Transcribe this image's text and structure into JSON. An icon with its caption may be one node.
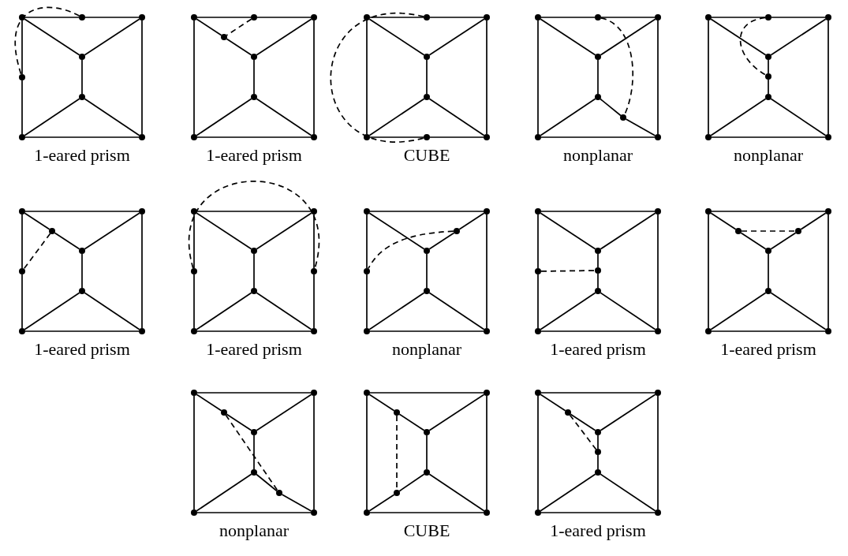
{
  "diagram": {
    "nodes": [
      {
        "text": [],
        "shape": "circle"
      },
      {
        "text": [],
        "shape": "circle"
      },
      {
        "text": [],
        "shape": "circle"
      },
      {
        "text": [],
        "shape": "circle"
      },
      {
        "text": [],
        "shape": "circle"
      },
      {
        "text": [],
        "shape": "circle"
      },
      {
        "text": [],
        "shape": "circle"
      },
      {
        "text": [],
        "shape": "circle"
      },
      {
        "text": [],
        "shape": "circle"
      },
      {
        "text": [],
        "shape": "circle"
      },
      {
        "text": [],
        "shape": "circle"
      },
      {
        "text": [],
        "shape": "circle"
      },
      {
        "text": [],
        "shape": "circle"
      },
      {
        "text": [],
        "shape": "circle"
      },
      {
        "text": [],
        "shape": "circle"
      },
      {
        "text": [],
        "shape": "circle"
      },
      {
        "text": [],
        "shape": "circle"
      },
      {
        "text": [],
        "shape": "circle"
      },
      {
        "text": [],
        "shape": "circle"
      },
      {
        "text": [],
        "shape": "circle"
      },
      {
        "text": [],
        "shape": "circle"
      },
      {
        "text": [],
        "shape": "circle"
      },
      {
        "text": [],
        "shape": "circle"
      },
      {
        "text": [],
        "shape": "circle"
      },
      {
        "text": [],
        "shape": "circle"
      },
      {
        "text": [],
        "shape": "circle"
      },
      {
        "text": [],
        "shape": "circle"
      },
      {
        "text": [],
        "shape": "circle"
      },
      {
        "text": [],
        "shape": "circle"
      },
      {
        "text": [],
        "shape": "circle"
      },
      {
        "text": [],
        "shape": "circle"
      },
      {
        "text": [],
        "shape": "circle"
      },
      {
        "text": [],
        "shape": "circle"
      },
      {
        "text": [],
        "shape": "circle"
      },
      {
        "text": [],
        "shape": "circle"
      },
      {
        "text": [],
        "shape": "circle"
      },
      {
        "text": [],
        "shape": "circle"
      },
      {
        "text": [],
        "shape": "circle"
      },
      {
        "text": [],
        "shape": "circle"
      },
      {
        "text": [],
        "shape": "circle"
      },
      {
        "text": [],
        "shape": "circle"
      },
      {
        "text": [],
        "shape": "circle"
      },
      {
        "text": [],
        "shape": "circle"
      },
      {
        "text": [],
        "shape": "circle"
      },
      {
        "text": [],
        "shape": "circle"
      },
      {
        "text": [],
        "shape": "circle"
      },
      {
        "text": [],
        "shape": "circle"
      },
      {
        "text": [],
        "shape": "circle"
      },
      {
        "text": [],
        "shape": "circle"
      },
      {
        "text": [],
        "shape": "circle"
      },
      {
        "text": [],
        "shape": "circle"
      },
      {
        "text": [],
        "shape": "circle"
      },
      {
        "text": [],
        "shape": "circle"
      },
      {
        "text": [],
        "shape": "circle"
      },
      {
        "text": [],
        "shape": "circle"
      },
      {
        "text": [],
        "shape": "circle"
      },
      {
        "text": [],
        "shape": "circle"
      },
      {
        "text": [],
        "shape": "circle"
      },
      {
        "text": [],
        "shape": "circle"
      },
      {
        "text": [],
        "shape": "circle"
      },
      {
        "text": [],
        "shape": "circle"
      },
      {
        "text": [],
        "shape": "circle"
      },
      {
        "text": [],
        "shape": "circle"
      },
      {
        "text": [],
        "shape": "circle"
      },
      {
        "text": [],
        "shape": "circle"
      },
      {
        "text": [],
        "shape": "circle"
      },
      {
        "text": [],
        "shape": "circle"
      },
      {
        "text": [],
        "shape": "circle"
      },
      {
        "text": [],
        "shape": "circle"
      },
      {
        "text": [],
        "shape": "circle"
      },
      {
        "text": [],
        "shape": "circle"
      },
      {
        "text": [],
        "shape": "circle"
      },
      {
        "text": [],
        "shape": "circle"
      },
      {
        "text": [],
        "shape": "circle"
      },
      {
        "text": [],
        "shape": "circle"
      },
      {
        "text": [],
        "shape": "circle"
      },
      {
        "text": [],
        "shape": "circle"
      },
      {
        "text": [],
        "shape": "circle"
      },
      {
        "text": [],
        "shape": "circle"
      },
      {
        "text": [],
        "shape": "circle"
      },
      {
        "text": [],
        "shape": "circle"
      },
      {
        "text": [],
        "shape": "circle"
      },
      {
        "text": [],
        "shape": "circle"
      },
      {
        "text": [],
        "shape": "circle"
      },
      {
        "text": [],
        "shape": "circle"
      },
      {
        "text": [],
        "shape": "circle"
      },
      {
        "text": [],
        "shape": "circle"
      },
      {
        "text": [],
        "shape": "circle"
      },
      {
        "text": [],
        "shape": "circle"
      },
      {
        "text": [],
        "shape": "circle"
      },
      {
        "text": [],
        "shape": "circle"
      },
      {
        "text": [],
        "shape": "circle"
      },
      {
        "text": [],
        "shape": "circle"
      },
      {
        "text": [],
        "shape": "circle"
      },
      {
        "text": [],
        "shape": "circle"
      },
      {
        "text": [],
        "shape": "circle"
      },
      {
        "text": [],
        "shape": "circle"
      },
      {
        "text": [],
        "shape": "circle"
      },
      {
        "text": [],
        "shape": "circle"
      },
      {
        "text": [],
        "shape": "circle"
      },
      {
        "text": [],
        "shape": "circle"
      },
      {
        "text": [],
        "shape": "circle"
      },
      {
        "text": [],
        "shape": "circle"
      },
      {
        "text": [],
        "shape": "circle"
      }
    ],
    "edges": [
      {
        "from": 0,
        "to": 6,
        "arrow": "none"
      },
      {
        "from": 6,
        "to": 1,
        "arrow": "none"
      },
      {
        "from": 0,
        "to": 7,
        "arrow": "none"
      },
      {
        "from": 7,
        "to": 4,
        "arrow": "none"
      },
      {
        "from": 1,
        "to": 5,
        "arrow": "none"
      },
      {
        "from": 4,
        "to": 5,
        "arrow": "none"
      },
      {
        "from": 0,
        "to": 2,
        "arrow": "none"
      },
      {
        "from": 1,
        "to": 2,
        "arrow": "none"
      },
      {
        "from": 2,
        "to": 3,
        "arrow": "none"
      },
      {
        "from": 4,
        "to": 3,
        "arrow": "none"
      },
      {
        "from": 5,
        "to": 3,
        "arrow": "none"
      },
      {
        "from": 6,
        "to": 7,
        "arrow": "none",
        "style": "dashed"
      },
      {
        "from": 8,
        "to": 14,
        "arrow": "none"
      },
      {
        "from": 14,
        "to": 9,
        "arrow": "none"
      },
      {
        "from": 8,
        "to": 12,
        "arrow": "none"
      },
      {
        "from": 9,
        "to": 13,
        "arrow": "none"
      },
      {
        "from": 12,
        "to": 13,
        "arrow": "none"
      },
      {
        "from": 8,
        "to": 15,
        "arrow": "none"
      },
      {
        "from": 15,
        "to": 10,
        "arrow": "none"
      },
      {
        "from": 9,
        "to": 10,
        "arrow": "none"
      },
      {
        "from": 10,
        "to": 11,
        "arrow": "none"
      },
      {
        "from": 12,
        "to": 11,
        "arrow": "none"
      },
      {
        "from": 13,
        "to": 11,
        "arrow": "none"
      },
      {
        "from": 14,
        "to": 15,
        "arrow": "none",
        "style": "dashed"
      },
      {
        "from": 16,
        "to": 22,
        "arrow": "none"
      },
      {
        "from": 22,
        "to": 17,
        "arrow": "none"
      },
      {
        "from": 16,
        "to": 20,
        "arrow": "none"
      },
      {
        "from": 17,
        "to": 21,
        "arrow": "none"
      },
      {
        "from": 20,
        "to": 23,
        "arrow": "none"
      },
      {
        "from": 23,
        "to": 21,
        "arrow": "none"
      },
      {
        "from": 16,
        "to": 18,
        "arrow": "none"
      },
      {
        "from": 17,
        "to": 18,
        "arrow": "none"
      },
      {
        "from": 18,
        "to": 19,
        "arrow": "none"
      },
      {
        "from": 20,
        "to": 19,
        "arrow": "none"
      },
      {
        "from": 21,
        "to": 19,
        "arrow": "none"
      },
      {
        "from": 22,
        "to": 23,
        "arrow": "none",
        "style": "dashed"
      },
      {
        "from": 24,
        "to": 30,
        "arrow": "none"
      },
      {
        "from": 30,
        "to": 25,
        "arrow": "none"
      },
      {
        "from": 24,
        "to": 28,
        "arrow": "none"
      },
      {
        "from": 25,
        "to": 29,
        "arrow": "none"
      },
      {
        "from": 28,
        "to": 29,
        "arrow": "none"
      },
      {
        "from": 24,
        "to": 26,
        "arrow": "none"
      },
      {
        "from": 25,
        "to": 26,
        "arrow": "none"
      },
      {
        "from": 26,
        "to": 27,
        "arrow": "none"
      },
      {
        "from": 28,
        "to": 27,
        "arrow": "none"
      },
      {
        "from": 29,
        "to": 31,
        "arrow": "none"
      },
      {
        "from": 31,
        "to": 27,
        "arrow": "none"
      },
      {
        "from": 30,
        "to": 31,
        "arrow": "none",
        "style": "dashed"
      },
      {
        "from": 32,
        "to": 38,
        "arrow": "none"
      },
      {
        "from": 38,
        "to": 33,
        "arrow": "none"
      },
      {
        "from": 32,
        "to": 36,
        "arrow": "none"
      },
      {
        "from": 33,
        "to": 37,
        "arrow": "none"
      },
      {
        "from": 36,
        "to": 37,
        "arrow": "none"
      },
      {
        "from": 32,
        "to": 34,
        "arrow": "none"
      },
      {
        "from": 33,
        "to": 34,
        "arrow": "none"
      },
      {
        "from": 34,
        "to": 39,
        "arrow": "none"
      },
      {
        "from": 39,
        "to": 35,
        "arrow": "none"
      },
      {
        "from": 36,
        "to": 35,
        "arrow": "none"
      },
      {
        "from": 37,
        "to": 35,
        "arrow": "none"
      },
      {
        "from": 38,
        "to": 39,
        "arrow": "none",
        "style": "dashed"
      },
      {
        "from": 40,
        "to": 41,
        "arrow": "none"
      },
      {
        "from": 40,
        "to": 47,
        "arrow": "none"
      },
      {
        "from": 47,
        "to": 44,
        "arrow": "none"
      },
      {
        "from": 41,
        "to": 45,
        "arrow": "none"
      },
      {
        "from": 44,
        "to": 45,
        "arrow": "none"
      },
      {
        "from": 40,
        "to": 46,
        "arrow": "none"
      },
      {
        "from": 46,
        "to": 42,
        "arrow": "none"
      },
      {
        "from": 41,
        "to": 42,
        "arrow": "none"
      },
      {
        "from": 42,
        "to": 43,
        "arrow": "none"
      },
      {
        "from": 44,
        "to": 43,
        "arrow": "none"
      },
      {
        "from": 45,
        "to": 43,
        "arrow": "none"
      },
      {
        "from": 46,
        "to": 47,
        "arrow": "none",
        "style": "dashed"
      },
      {
        "from": 48,
        "to": 49,
        "arrow": "none"
      },
      {
        "from": 48,
        "to": 54,
        "arrow": "none"
      },
      {
        "from": 54,
        "to": 52,
        "arrow": "none"
      },
      {
        "from": 49,
        "to": 55,
        "arrow": "none"
      },
      {
        "from": 55,
        "to": 53,
        "arrow": "none"
      },
      {
        "from": 52,
        "to": 53,
        "arrow": "none"
      },
      {
        "from": 48,
        "to": 50,
        "arrow": "none"
      },
      {
        "from": 49,
        "to": 50,
        "arrow": "none"
      },
      {
        "from": 50,
        "to": 51,
        "arrow": "none"
      },
      {
        "from": 52,
        "to": 51,
        "arrow": "none"
      },
      {
        "from": 53,
        "to": 51,
        "arrow": "none"
      },
      {
        "from": 54,
        "to": 55,
        "arrow": "none",
        "style": "dashed"
      },
      {
        "from": 56,
        "to": 57,
        "arrow": "none"
      },
      {
        "from": 56,
        "to": 63,
        "arrow": "none"
      },
      {
        "from": 63,
        "to": 60,
        "arrow": "none"
      },
      {
        "from": 57,
        "to": 61,
        "arrow": "none"
      },
      {
        "from": 60,
        "to": 61,
        "arrow": "none"
      },
      {
        "from": 56,
        "to": 58,
        "arrow": "none"
      },
      {
        "from": 57,
        "to": 62,
        "arrow": "none"
      },
      {
        "from": 62,
        "to": 58,
        "arrow": "none"
      },
      {
        "from": 58,
        "to": 59,
        "arrow": "none"
      },
      {
        "from": 60,
        "to": 59,
        "arrow": "none"
      },
      {
        "from": 61,
        "to": 59,
        "arrow": "none"
      },
      {
        "from": 62,
        "to": 63,
        "arrow": "none",
        "style": "dashed"
      },
      {
        "from": 64,
        "to": 65,
        "arrow": "none"
      },
      {
        "from": 64,
        "to": 70,
        "arrow": "none"
      },
      {
        "from": 70,
        "to": 68,
        "arrow": "none"
      },
      {
        "from": 65,
        "to": 69,
        "arrow": "none"
      },
      {
        "from": 68,
        "to": 69,
        "arrow": "none"
      },
      {
        "from": 64,
        "to": 66,
        "arrow": "none"
      },
      {
        "from": 65,
        "to": 66,
        "arrow": "none"
      },
      {
        "from": 66,
        "to": 71,
        "arrow": "none"
      },
      {
        "from": 71,
        "to": 67,
        "arrow": "none"
      },
      {
        "from": 68,
        "to": 67,
        "arrow": "none"
      },
      {
        "from": 69,
        "to": 67,
        "arrow": "none"
      },
      {
        "from": 70,
        "to": 71,
        "arrow": "none",
        "style": "dashed"
      },
      {
        "from": 72,
        "to": 73,
        "arrow": "none"
      },
      {
        "from": 72,
        "to": 76,
        "arrow": "none"
      },
      {
        "from": 73,
        "to": 77,
        "arrow": "none"
      },
      {
        "from": 76,
        "to": 77,
        "arrow": "none"
      },
      {
        "from": 72,
        "to": 78,
        "arrow": "none"
      },
      {
        "from": 78,
        "to": 74,
        "arrow": "none"
      },
      {
        "from": 73,
        "to": 79,
        "arrow": "none"
      },
      {
        "from": 79,
        "to": 74,
        "arrow": "none"
      },
      {
        "from": 74,
        "to": 75,
        "arrow": "none"
      },
      {
        "from": 76,
        "to": 75,
        "arrow": "none"
      },
      {
        "from": 77,
        "to": 75,
        "arrow": "none"
      },
      {
        "from": 78,
        "to": 79,
        "arrow": "none",
        "style": "dashed"
      },
      {
        "from": 80,
        "to": 81,
        "arrow": "none"
      },
      {
        "from": 80,
        "to": 84,
        "arrow": "none"
      },
      {
        "from": 81,
        "to": 85,
        "arrow": "none"
      },
      {
        "from": 84,
        "to": 85,
        "arrow": "none"
      },
      {
        "from": 80,
        "to": 86,
        "arrow": "none"
      },
      {
        "from": 86,
        "to": 82,
        "arrow": "none"
      },
      {
        "from": 81,
        "to": 82,
        "arrow": "none"
      },
      {
        "from": 82,
        "to": 83,
        "arrow": "none"
      },
      {
        "from": 84,
        "to": 83,
        "arrow": "none"
      },
      {
        "from": 85,
        "to": 87,
        "arrow": "none"
      },
      {
        "from": 87,
        "to": 83,
        "arrow": "none"
      },
      {
        "from": 86,
        "to": 87,
        "arrow": "none",
        "style": "dashed"
      },
      {
        "from": 88,
        "to": 89,
        "arrow": "none"
      },
      {
        "from": 88,
        "to": 92,
        "arrow": "none"
      },
      {
        "from": 89,
        "to": 93,
        "arrow": "none"
      },
      {
        "from": 92,
        "to": 93,
        "arrow": "none"
      },
      {
        "from": 88,
        "to": 94,
        "arrow": "none"
      },
      {
        "from": 94,
        "to": 90,
        "arrow": "none"
      },
      {
        "from": 89,
        "to": 90,
        "arrow": "none"
      },
      {
        "from": 90,
        "to": 91,
        "arrow": "none"
      },
      {
        "from": 92,
        "to": 95,
        "arrow": "none"
      },
      {
        "from": 95,
        "to": 91,
        "arrow": "none"
      },
      {
        "from": 93,
        "to": 91,
        "arrow": "none"
      },
      {
        "from": 94,
        "to": 95,
        "arrow": "none",
        "style": "dashed"
      },
      {
        "from": 96,
        "to": 97,
        "arrow": "none"
      },
      {
        "from": 96,
        "to": 100,
        "arrow": "none"
      },
      {
        "from": 97,
        "to": 101,
        "arrow": "none"
      },
      {
        "from": 100,
        "to": 101,
        "arrow": "none"
      },
      {
        "from": 96,
        "to": 102,
        "arrow": "none"
      },
      {
        "from": 102,
        "to": 98,
        "arrow": "none"
      },
      {
        "from": 97,
        "to": 98,
        "arrow": "none"
      },
      {
        "from": 98,
        "to": 103,
        "arrow": "none"
      },
      {
        "from": 103,
        "to": 99,
        "arrow": "none"
      },
      {
        "from": 100,
        "to": 99,
        "arrow": "none"
      },
      {
        "from": 101,
        "to": 99,
        "arrow": "none"
      },
      {
        "from": 102,
        "to": 103,
        "arrow": "none",
        "style": "dashed"
      }
    ],
    "labels": [
      "1-eared prism",
      "1-eared prism",
      "CUBE",
      "nonplanar",
      "nonplanar",
      "1-eared prism",
      "1-eared prism",
      "nonplanar",
      "1-eared prism",
      "1-eared prism",
      "nonplanar",
      "CUBE",
      "1-eared prism"
    ]
  }
}
